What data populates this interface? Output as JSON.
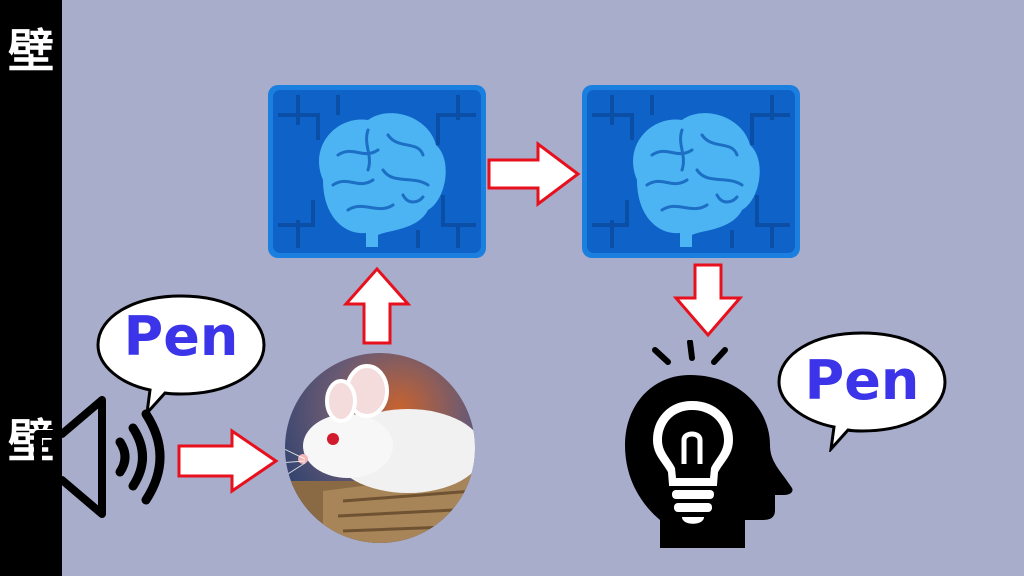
{
  "wall": {
    "label_top": "壁",
    "label_bottom": "壁"
  },
  "bubbles": {
    "left_word": "Pen",
    "right_word": "Pen"
  },
  "colors": {
    "background": "#a9adcc",
    "wall": "#000000",
    "arrow_border": "#e8101c",
    "arrow_fill": "#ffffff",
    "speech_text": "#3b34e8",
    "brain": "#4cb4f2",
    "chip": "#0f62c7"
  },
  "icons": {
    "speaker": "speaker-icon",
    "mouse": "mouse-photo",
    "brain_chip": "brain-chip-icon",
    "head": "head-lightbulb-icon"
  }
}
